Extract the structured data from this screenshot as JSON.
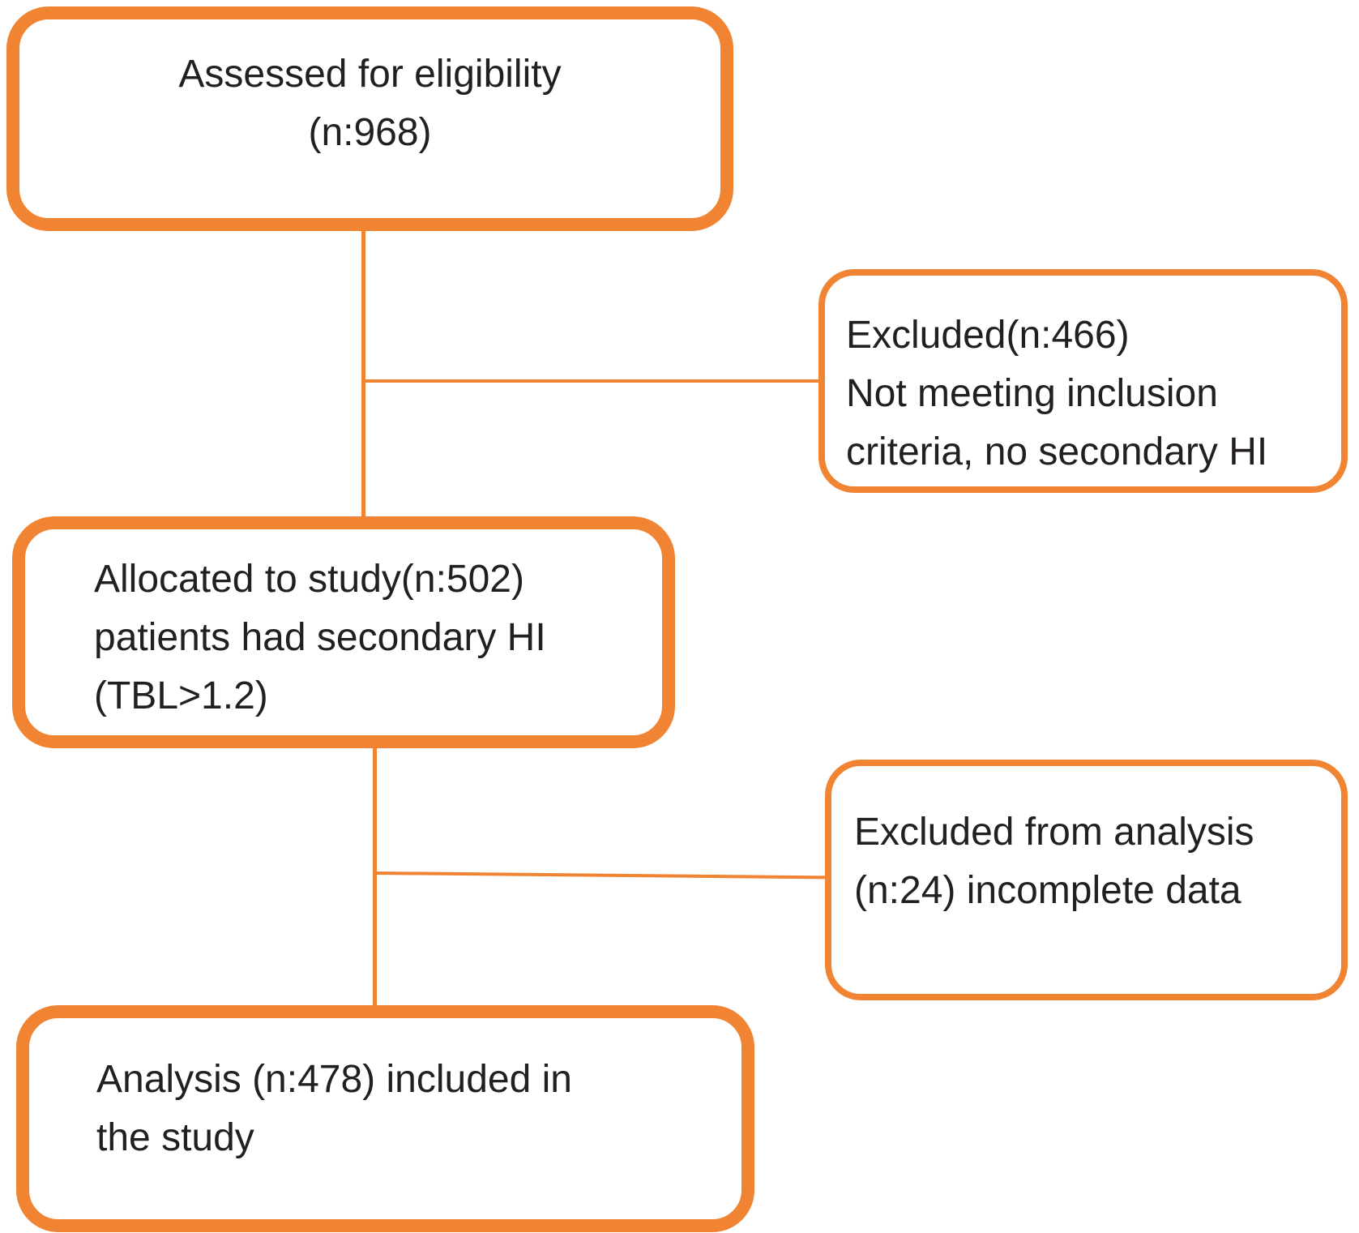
{
  "colors": {
    "accent": "#F08432",
    "text": "#231F20",
    "background": "#FFFFFF"
  },
  "boxes": {
    "assessed": {
      "lines": [
        "Assessed for eligibility",
        "(n:968)"
      ]
    },
    "excluded_inclusion": {
      "lines": [
        "Excluded(n:466)",
        "Not meeting inclusion",
        "criteria, no secondary HI"
      ]
    },
    "allocated": {
      "lines": [
        "Allocated to study(n:502)",
        "patients had secondary HI",
        "(TBL>1.2)"
      ]
    },
    "excluded_analysis": {
      "lines": [
        "Excluded from analysis",
        "(n:24) incomplete data"
      ]
    },
    "analysis": {
      "lines": [
        "Analysis (n:478) included in",
        "the study"
      ]
    }
  },
  "edges": [
    {
      "from": "assessed",
      "to": "allocated"
    },
    {
      "from": "assessed",
      "to": "excluded_inclusion"
    },
    {
      "from": "allocated",
      "to": "analysis"
    },
    {
      "from": "allocated",
      "to": "excluded_analysis"
    }
  ]
}
